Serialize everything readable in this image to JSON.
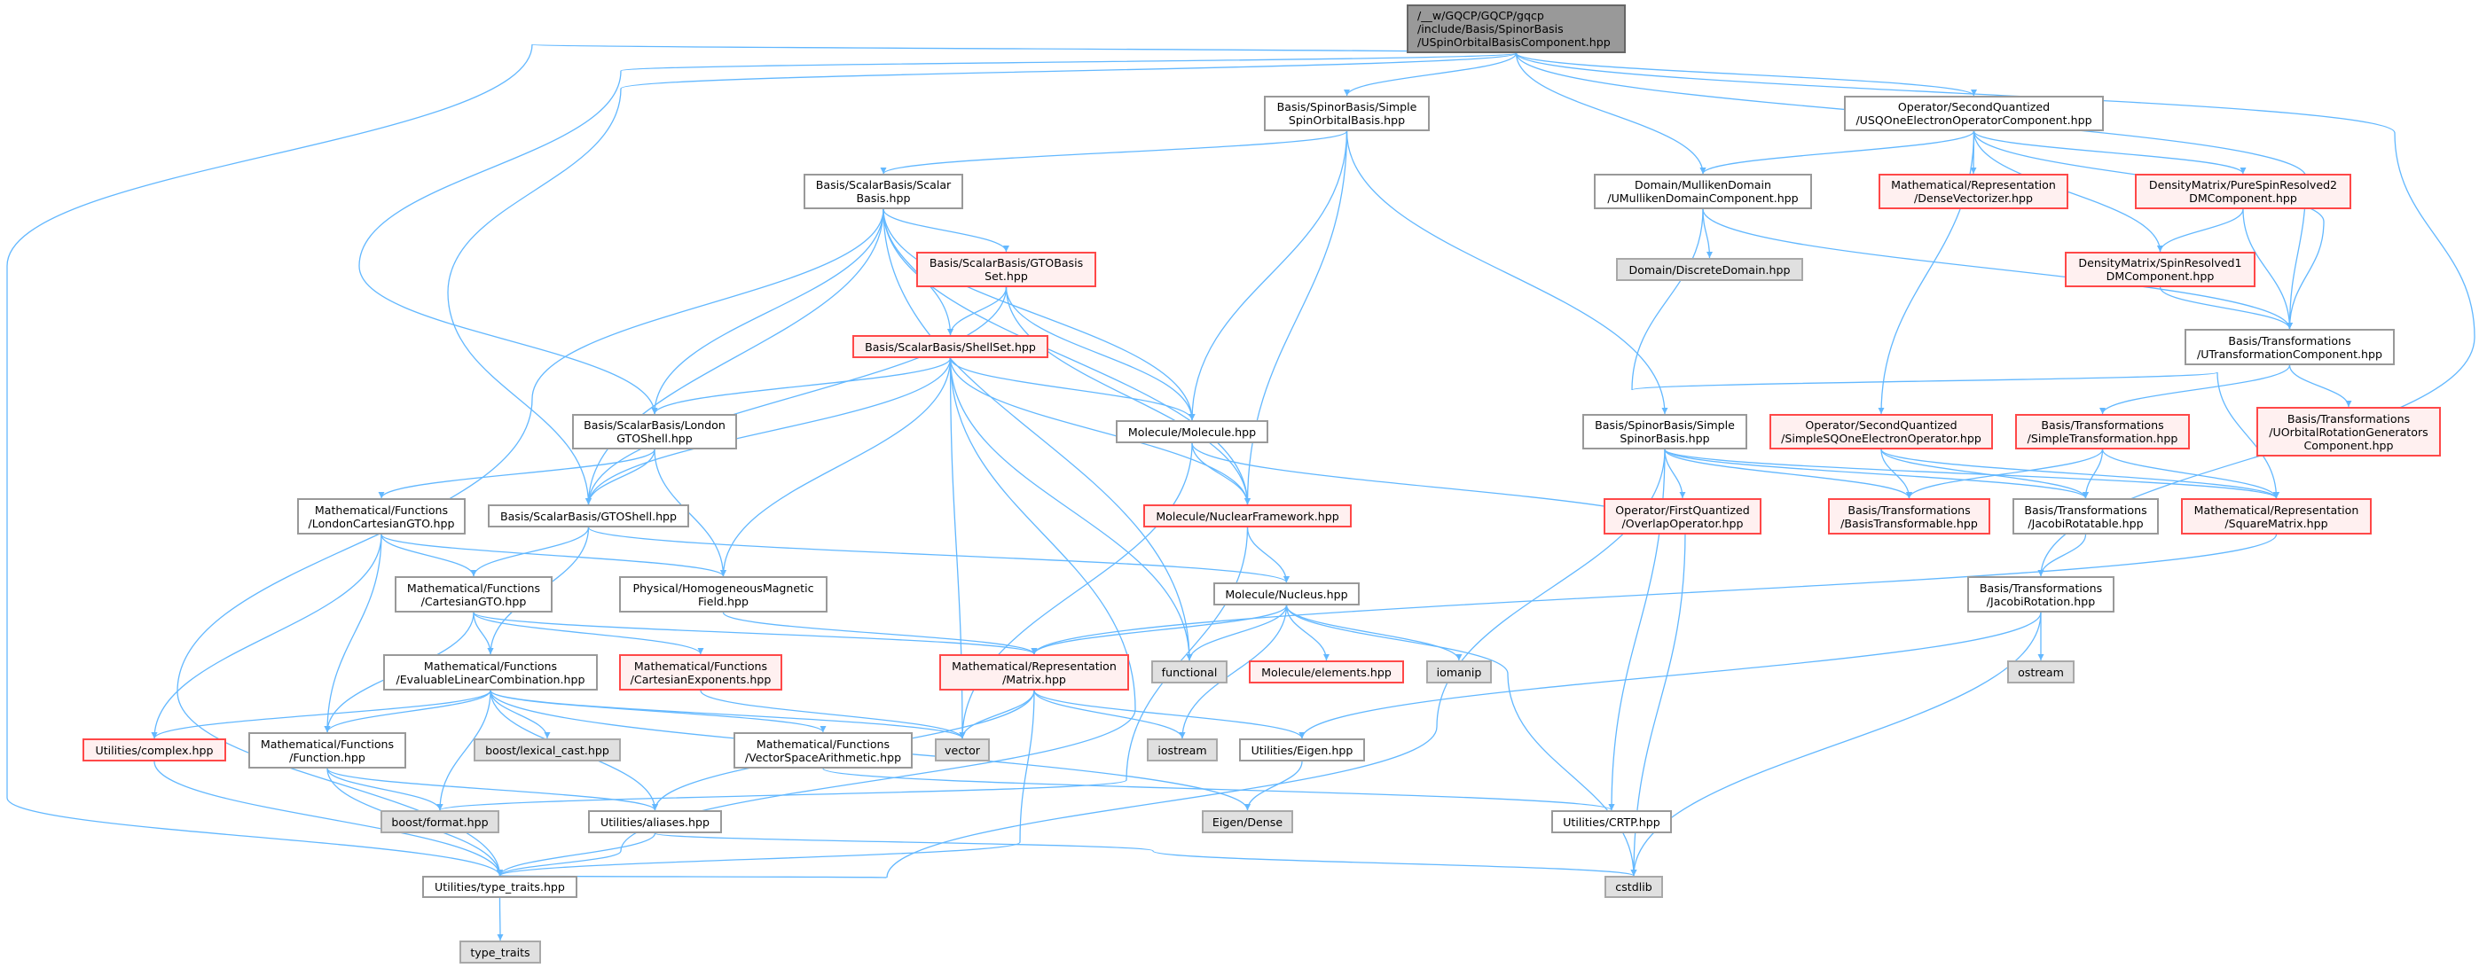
{
  "colors": {
    "edge": "#63B8FF",
    "root_fill": "#999999",
    "red_fill": "#FFF0F0",
    "red_border": "#FF4848",
    "gray_fill": "#E0E0E0"
  },
  "nodes": {
    "root": {
      "style": "root",
      "lines": [
        "/__w/GQCP/GQCP/gqcp",
        "/include/Basis/SpinorBasis",
        "/USpinOrbitalBasisComponent.hpp"
      ]
    },
    "ssob": {
      "style": "white",
      "lines": [
        "Basis/SpinorBasis/Simple",
        "SpinOrbitalBasis.hpp"
      ]
    },
    "usq": {
      "style": "white",
      "lines": [
        "Operator/SecondQuantized",
        "/USQOneElectronOperatorComponent.hpp"
      ]
    },
    "scalar": {
      "style": "white",
      "lines": [
        "Basis/ScalarBasis/Scalar",
        "Basis.hpp"
      ]
    },
    "mulliken": {
      "style": "white",
      "lines": [
        "Domain/MullikenDomain",
        "/UMullikenDomainComponent.hpp"
      ]
    },
    "dense": {
      "style": "red",
      "lines": [
        "Mathematical/Representation",
        "/DenseVectorizer.hpp"
      ]
    },
    "pure2": {
      "style": "red",
      "lines": [
        "DensityMatrix/PureSpinResolved2",
        "DMComponent.hpp"
      ]
    },
    "gtobs": {
      "style": "red",
      "lines": [
        "Basis/ScalarBasis/GTOBasis",
        "Set.hpp"
      ]
    },
    "discrete": {
      "style": "gray",
      "lines": [
        "Domain/DiscreteDomain.hpp"
      ]
    },
    "sr1": {
      "style": "red",
      "lines": [
        "DensityMatrix/SpinResolved1",
        "DMComponent.hpp"
      ]
    },
    "shellset": {
      "style": "red",
      "lines": [
        "Basis/ScalarBasis/ShellSet.hpp"
      ]
    },
    "utc": {
      "style": "white",
      "lines": [
        "Basis/Transformations",
        "/UTransformationComponent.hpp"
      ]
    },
    "london": {
      "style": "white",
      "lines": [
        "Basis/ScalarBasis/London",
        "GTOShell.hpp"
      ]
    },
    "molecule": {
      "style": "white",
      "lines": [
        "Molecule/Molecule.hpp"
      ]
    },
    "sspinor": {
      "style": "white",
      "lines": [
        "Basis/SpinorBasis/Simple",
        "SpinorBasis.hpp"
      ]
    },
    "ssq": {
      "style": "red",
      "lines": [
        "Operator/SecondQuantized",
        "/SimpleSQOneElectronOperator.hpp"
      ]
    },
    "stransf": {
      "style": "red",
      "lines": [
        "Basis/Transformations",
        "/SimpleTransformation.hpp"
      ]
    },
    "uorg": {
      "style": "red",
      "lines": [
        "Basis/Transformations",
        "/UOrbitalRotationGenerators",
        "Component.hpp"
      ]
    },
    "lcgto": {
      "style": "white",
      "lines": [
        "Mathematical/Functions",
        "/LondonCartesianGTO.hpp"
      ]
    },
    "gtoshell": {
      "style": "white",
      "lines": [
        "Basis/ScalarBasis/GTOShell.hpp"
      ]
    },
    "nuclear": {
      "style": "red",
      "lines": [
        "Molecule/NuclearFramework.hpp"
      ]
    },
    "overlap": {
      "style": "red",
      "lines": [
        "Operator/FirstQuantized",
        "/OverlapOperator.hpp"
      ]
    },
    "btrans": {
      "style": "red",
      "lines": [
        "Basis/Transformations",
        "/BasisTransformable.hpp"
      ]
    },
    "jrotatable": {
      "style": "white",
      "lines": [
        "Basis/Transformations",
        "/JacobiRotatable.hpp"
      ]
    },
    "square": {
      "style": "red",
      "lines": [
        "Mathematical/Representation",
        "/SquareMatrix.hpp"
      ]
    },
    "cgto": {
      "style": "white",
      "lines": [
        "Mathematical/Functions",
        "/CartesianGTO.hpp"
      ]
    },
    "hmf": {
      "style": "white",
      "lines": [
        "Physical/HomogeneousMagnetic",
        "Field.hpp"
      ]
    },
    "nucleus": {
      "style": "white",
      "lines": [
        "Molecule/Nucleus.hpp"
      ]
    },
    "jrot": {
      "style": "white",
      "lines": [
        "Basis/Transformations",
        "/JacobiRotation.hpp"
      ]
    },
    "elc": {
      "style": "white",
      "lines": [
        "Mathematical/Functions",
        "/EvaluableLinearCombination.hpp"
      ]
    },
    "cexp": {
      "style": "red",
      "lines": [
        "Mathematical/Functions",
        "/CartesianExponents.hpp"
      ]
    },
    "matrix": {
      "style": "red",
      "lines": [
        "Mathematical/Representation",
        "/Matrix.hpp"
      ]
    },
    "functional": {
      "style": "gray",
      "lines": [
        "functional"
      ]
    },
    "elements": {
      "style": "red",
      "lines": [
        "Molecule/elements.hpp"
      ]
    },
    "iomanip": {
      "style": "gray",
      "lines": [
        "iomanip"
      ]
    },
    "ostream": {
      "style": "gray",
      "lines": [
        "ostream"
      ]
    },
    "complex": {
      "style": "red",
      "lines": [
        "Utilities/complex.hpp"
      ]
    },
    "function": {
      "style": "white",
      "lines": [
        "Mathematical/Functions",
        "/Function.hpp"
      ]
    },
    "lexical": {
      "style": "gray",
      "lines": [
        "boost/lexical_cast.hpp"
      ]
    },
    "vsa": {
      "style": "white",
      "lines": [
        "Mathematical/Functions",
        "/VectorSpaceArithmetic.hpp"
      ]
    },
    "vector": {
      "style": "gray",
      "lines": [
        "vector"
      ]
    },
    "iostream": {
      "style": "gray",
      "lines": [
        "iostream"
      ]
    },
    "ueigen": {
      "style": "white",
      "lines": [
        "Utilities/Eigen.hpp"
      ]
    },
    "bformat": {
      "style": "gray",
      "lines": [
        "boost/format.hpp"
      ]
    },
    "aliases": {
      "style": "white",
      "lines": [
        "Utilities/aliases.hpp"
      ]
    },
    "edense": {
      "style": "gray",
      "lines": [
        "Eigen/Dense"
      ]
    },
    "crtp": {
      "style": "white",
      "lines": [
        "Utilities/CRTP.hpp"
      ]
    },
    "tth": {
      "style": "white",
      "lines": [
        "Utilities/type_traits.hpp"
      ]
    },
    "cstdlib": {
      "style": "gray",
      "lines": [
        "cstdlib"
      ]
    },
    "tt": {
      "style": "gray",
      "lines": [
        "type_traits"
      ]
    }
  },
  "edges": [
    [
      "root",
      "ssob"
    ],
    [
      "root",
      "usq"
    ],
    [
      "root",
      "mulliken"
    ],
    [
      "root",
      "london"
    ],
    [
      "root",
      "gtoshell"
    ],
    [
      "root",
      "tth"
    ],
    [
      "root",
      "utc"
    ],
    [
      "root",
      "jrot"
    ],
    [
      "ssob",
      "scalar"
    ],
    [
      "ssob",
      "molecule"
    ],
    [
      "ssob",
      "nuclear"
    ],
    [
      "ssob",
      "sspinor"
    ],
    [
      "usq",
      "mulliken"
    ],
    [
      "usq",
      "dense"
    ],
    [
      "usq",
      "pure2"
    ],
    [
      "usq",
      "sr1"
    ],
    [
      "usq",
      "utc"
    ],
    [
      "usq",
      "ssq"
    ],
    [
      "mulliken",
      "discrete"
    ],
    [
      "mulliken",
      "utc"
    ],
    [
      "mulliken",
      "square"
    ],
    [
      "pure2",
      "sr1"
    ],
    [
      "pure2",
      "utc"
    ],
    [
      "sr1",
      "utc"
    ],
    [
      "utc",
      "stransf"
    ],
    [
      "utc",
      "uorg"
    ],
    [
      "scalar",
      "gtobs"
    ],
    [
      "scalar",
      "shellset"
    ],
    [
      "scalar",
      "london"
    ],
    [
      "scalar",
      "gtoshell"
    ],
    [
      "scalar",
      "molecule"
    ],
    [
      "scalar",
      "nuclear"
    ],
    [
      "scalar",
      "functional"
    ],
    [
      "scalar",
      "tth"
    ],
    [
      "gtobs",
      "shellset"
    ],
    [
      "gtobs",
      "gtoshell"
    ],
    [
      "gtobs",
      "molecule"
    ],
    [
      "gtobs",
      "nuclear"
    ],
    [
      "shellset",
      "london"
    ],
    [
      "shellset",
      "gtoshell"
    ],
    [
      "shellset",
      "molecule"
    ],
    [
      "shellset",
      "nuclear"
    ],
    [
      "shellset",
      "hmf"
    ],
    [
      "shellset",
      "vector"
    ],
    [
      "shellset",
      "tth"
    ],
    [
      "shellset",
      "functional"
    ],
    [
      "london",
      "lcgto"
    ],
    [
      "london",
      "gtoshell"
    ],
    [
      "london",
      "hmf"
    ],
    [
      "molecule",
      "nuclear"
    ],
    [
      "molecule",
      "cstdlib"
    ],
    [
      "molecule",
      "vector"
    ],
    [
      "sspinor",
      "overlap"
    ],
    [
      "sspinor",
      "btrans"
    ],
    [
      "sspinor",
      "jrotatable"
    ],
    [
      "sspinor",
      "crtp"
    ],
    [
      "sspinor",
      "tth"
    ],
    [
      "sspinor",
      "square"
    ],
    [
      "ssq",
      "btrans"
    ],
    [
      "ssq",
      "jrotatable"
    ],
    [
      "ssq",
      "square"
    ],
    [
      "stransf",
      "btrans"
    ],
    [
      "stransf",
      "jrotatable"
    ],
    [
      "stransf",
      "square"
    ],
    [
      "lcgto",
      "cgto"
    ],
    [
      "lcgto",
      "hmf"
    ],
    [
      "lcgto",
      "complex"
    ],
    [
      "lcgto",
      "function"
    ],
    [
      "gtoshell",
      "cgto"
    ],
    [
      "gtoshell",
      "elc"
    ],
    [
      "gtoshell",
      "nucleus"
    ],
    [
      "nuclear",
      "nucleus"
    ],
    [
      "nuclear",
      "bformat"
    ],
    [
      "jrotatable",
      "jrot"
    ],
    [
      "square",
      "matrix"
    ],
    [
      "cgto",
      "elc"
    ],
    [
      "cgto",
      "cexp"
    ],
    [
      "cgto",
      "matrix"
    ],
    [
      "cgto",
      "function"
    ],
    [
      "hmf",
      "matrix"
    ],
    [
      "nucleus",
      "matrix"
    ],
    [
      "nucleus",
      "functional"
    ],
    [
      "nucleus",
      "elements"
    ],
    [
      "nucleus",
      "iomanip"
    ],
    [
      "nucleus",
      "iostream"
    ],
    [
      "nucleus",
      "cstdlib"
    ],
    [
      "jrot",
      "ostream"
    ],
    [
      "jrot",
      "ueigen"
    ],
    [
      "jrot",
      "cstdlib"
    ],
    [
      "elc",
      "complex"
    ],
    [
      "elc",
      "function"
    ],
    [
      "elc",
      "lexical"
    ],
    [
      "elc",
      "bformat"
    ],
    [
      "elc",
      "aliases"
    ],
    [
      "elc",
      "vsa"
    ],
    [
      "elc",
      "vector"
    ],
    [
      "elc",
      "edense"
    ],
    [
      "cexp",
      "vector"
    ],
    [
      "matrix",
      "vector"
    ],
    [
      "matrix",
      "iostream"
    ],
    [
      "matrix",
      "ueigen"
    ],
    [
      "matrix",
      "aliases"
    ],
    [
      "matrix",
      "tth"
    ],
    [
      "complex",
      "tth"
    ],
    [
      "function",
      "bformat"
    ],
    [
      "function",
      "aliases"
    ],
    [
      "function",
      "tth"
    ],
    [
      "vsa",
      "crtp"
    ],
    [
      "ueigen",
      "edense"
    ],
    [
      "aliases",
      "tth"
    ],
    [
      "aliases",
      "cstdlib"
    ],
    [
      "tth",
      "tt"
    ]
  ]
}
